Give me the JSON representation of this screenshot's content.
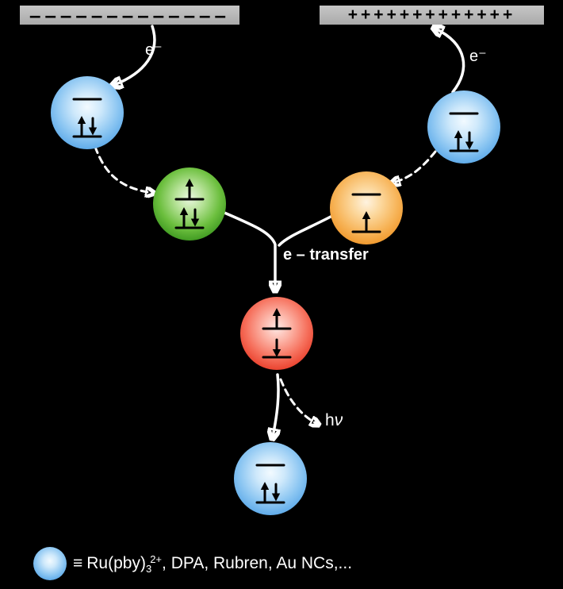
{
  "electrodes": {
    "left": {
      "symbols": "–––––––––––––",
      "color": "#b4b4b4"
    },
    "right": {
      "symbols": "+++++++++++++",
      "color": "#b4b4b4"
    }
  },
  "labels": {
    "electron_left": "e⁻",
    "electron_right": "e⁻",
    "electron_transfer": "e – transfer",
    "photon_h": "h",
    "photon_nu": "ν"
  },
  "spheres": {
    "left_blue": {
      "top": "line",
      "bottom": "updown",
      "color": "#4da0e6"
    },
    "green": {
      "top": "up",
      "bottom": "updown",
      "color": "#2f8c17"
    },
    "right_blue": {
      "top": "line",
      "bottom": "updown",
      "color": "#4da0e6"
    },
    "orange": {
      "top": "line",
      "bottom": "up",
      "color": "#ef8f1d"
    },
    "red": {
      "top": "up",
      "bottom": "down",
      "color": "#e5301c"
    },
    "bottom_blue": {
      "top": "line",
      "bottom": "updown",
      "color": "#4da0e6"
    }
  },
  "legend": {
    "equiv": "≡",
    "formula_base": "Ru(pby)",
    "formula_sub": "3",
    "formula_sup": "2+",
    "rest": ", DPA, Rubren, Au NCs,...",
    "sphere_color": "#4da0e6"
  },
  "background": "#000000"
}
